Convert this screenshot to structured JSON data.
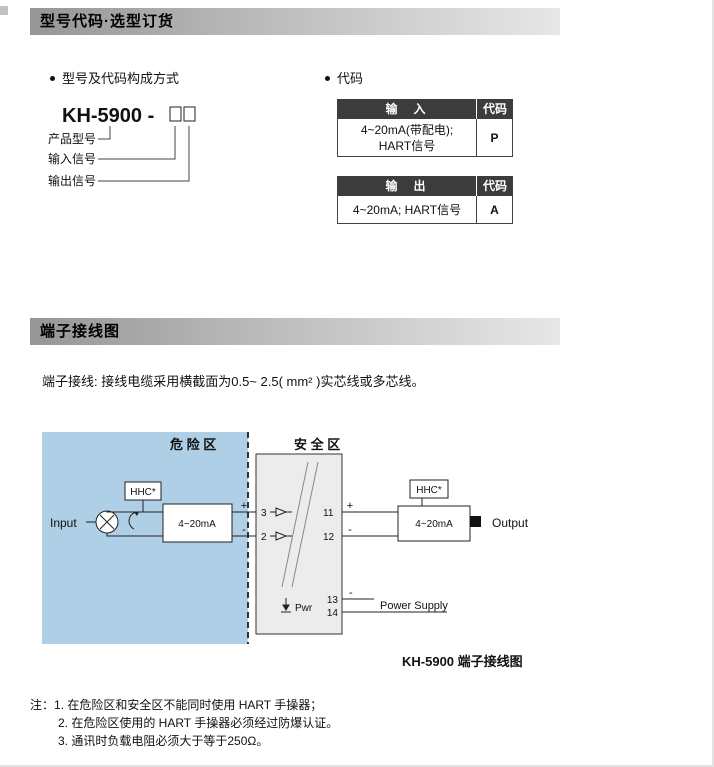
{
  "sections": {
    "model_title": "型号代码·选型订货",
    "wiring_title": "端子接线图"
  },
  "model_section": {
    "heading": "型号及代码构成方式",
    "model_prefix": "KH-5900 -",
    "labels": [
      "产品型号",
      "输入信号",
      "输出信号"
    ]
  },
  "code_section": {
    "heading": "代码",
    "tables": [
      {
        "header": "输　入",
        "code_header": "代码",
        "line1": "4~20mA(带配电);",
        "line2": "HART信号",
        "code": "P"
      },
      {
        "header": "输　出",
        "code_header": "代码",
        "line1": "4~20mA; HART信号",
        "line2": "",
        "code": "A"
      }
    ]
  },
  "wiring": {
    "description": "端子接线: 接线电缆采用横截面为0.5~ 2.5( mm² )实芯线或多芯线。",
    "hazard_label": "危 险 区",
    "safe_label": "安 全 区",
    "input_label": "Input",
    "output_label": "Output",
    "power_label": "Power Supply",
    "pwr_label": "Pwr",
    "hhc_left": "HHC*",
    "hhc_right": "HHC*",
    "signal_left": "4~20mA",
    "signal_right": "4~20mA",
    "plus": "+",
    "minus": "-",
    "terminals": {
      "t3": "3",
      "t2": "2",
      "t11": "11",
      "t12": "12",
      "t13": "13",
      "t14": "14"
    },
    "caption": "KH-5900 端子接线图"
  },
  "notes": {
    "prefix": "注：",
    "items": [
      "1. 在危险区和安全区不能同时使用 HART 手操器；",
      "2. 在危险区使用的 HART 手操器必须经过防爆认证。",
      "3. 通讯时负载电阻必须大于等于250Ω。"
    ]
  },
  "colors": {
    "banner_dark": "#969696",
    "banner_light": "#e7e7e7",
    "table_header_bg": "#3c3c3c",
    "hazard_zone_fill": "#aecfe6",
    "module_fill": "#ececec"
  }
}
